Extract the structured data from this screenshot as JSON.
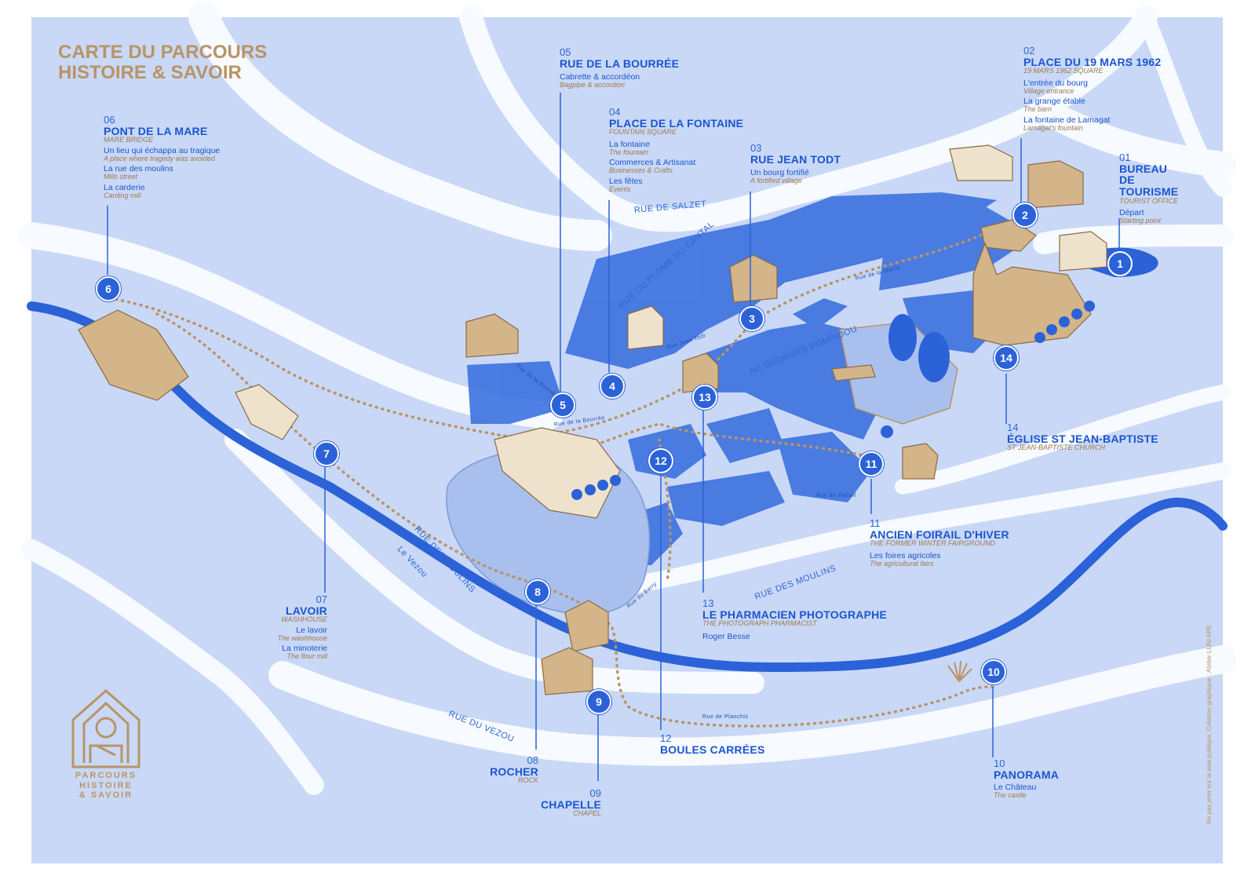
{
  "map_title": [
    "CARTE DU PARCOURS",
    "HISTOIRE & SAVOIR"
  ],
  "logo_text": [
    "PARCOURS",
    "HISTOIRE",
    "& SAVOIR"
  ],
  "credit": "Ne pas jeter sur la voie publique. Création graphique : Atelier LUNI APE",
  "colors": {
    "sheet": "#c9d8f6",
    "block": "#3f74e0",
    "route": "#b89466",
    "river": "#2b62d8",
    "road": "#ffffff",
    "building": "#d4b489"
  },
  "stops": [
    {
      "num": "01",
      "marker": "1",
      "title": "BUREAU DE TOURISME",
      "subtitle": "TOURIST OFFICE",
      "items": [
        {
          "fr": "Départ",
          "en": "Starting point"
        }
      ]
    },
    {
      "num": "02",
      "marker": "2",
      "title": "PLACE DU 19 MARS 1962",
      "subtitle": "19 MARS 1962 SQUARE",
      "items": [
        {
          "fr": "L'entrée du bourg",
          "en": "Village entrance"
        },
        {
          "fr": "La grange étable",
          "en": "The barn"
        },
        {
          "fr": "La fontaine de Lamagat",
          "en": "Lamagat's fountain"
        }
      ]
    },
    {
      "num": "03",
      "marker": "3",
      "title": "RUE JEAN TODT",
      "subtitle": "",
      "items": [
        {
          "fr": "Un bourg fortifié",
          "en": "A fortified village"
        }
      ]
    },
    {
      "num": "04",
      "marker": "4",
      "title": "PLACE DE LA FONTAINE",
      "subtitle": "FOUNTAIN SQUARE",
      "items": [
        {
          "fr": "La fontaine",
          "en": "The fountain"
        },
        {
          "fr": "Commerces & Artisanat",
          "en": "Businesses & Crafts"
        },
        {
          "fr": "Les fêtes",
          "en": "Events"
        }
      ]
    },
    {
      "num": "05",
      "marker": "5",
      "title": "RUE DE LA BOURRÉE",
      "subtitle": "",
      "items": [
        {
          "fr": "Cabrette & accordéon",
          "en": "Bagpipe & accordion"
        }
      ]
    },
    {
      "num": "06",
      "marker": "6",
      "title": "PONT DE LA MARE",
      "subtitle": "MARE BRIDGE",
      "items": [
        {
          "fr": "Un lieu qui échappa au tragique",
          "en": "A place where tragedy was avoided"
        },
        {
          "fr": "La rue des moulins",
          "en": "Mills street"
        },
        {
          "fr": "La carderie",
          "en": "Carding mill"
        }
      ]
    },
    {
      "num": "07",
      "marker": "7",
      "title": "LAVOIR",
      "subtitle": "WASHHOUSE",
      "items": [
        {
          "fr": "Le lavoir",
          "en": "The washhouse"
        },
        {
          "fr": "La minoterie",
          "en": "The flour mill"
        }
      ]
    },
    {
      "num": "08",
      "marker": "8",
      "title": "ROCHER",
      "subtitle": "ROCK",
      "items": []
    },
    {
      "num": "09",
      "marker": "9",
      "title": "CHAPELLE",
      "subtitle": "CHAPEL",
      "items": []
    },
    {
      "num": "10",
      "marker": "10",
      "title": "PANORAMA",
      "subtitle": "",
      "items": [
        {
          "fr": "Le Château",
          "en": "The castle"
        }
      ]
    },
    {
      "num": "11",
      "marker": "11",
      "title": "ANCIEN FOIRAIL D'HIVER",
      "subtitle": "THE FORMER WINTER FAIRGROUND",
      "items": [
        {
          "fr": "Les foires agricoles",
          "en": "The agricultural fairs"
        }
      ]
    },
    {
      "num": "12",
      "marker": "12",
      "title": "BOULES CARRÉES",
      "subtitle": "",
      "items": []
    },
    {
      "num": "13",
      "marker": "13",
      "title": "LE PHARMACIEN PHOTOGRAPHE",
      "subtitle": "THE PHOTOGRAPH PHARMACIST",
      "items": [
        {
          "fr": "Roger Besse",
          "en": ""
        }
      ]
    },
    {
      "num": "14",
      "marker": "14",
      "title": "ÉGLISE ST JEAN-BAPTISTE",
      "subtitle": "ST JEAN-BAPTISTE CHURCH",
      "items": []
    }
  ],
  "streets": {
    "salzet": "RUE DE SALZET",
    "plomb": "RUE DU PLOMB DU CANTAL",
    "pompidou": "AV. GEORGES POMPIDOU",
    "moulins_1": "RUE DES MOULINS",
    "moulins_2": "RUE DES MOULINS",
    "vezou_rue": "RUE DU VEZOU",
    "vezou_river": "Le Vezou",
    "mairie": "Rue de la Mairie",
    "jean_todt": "Rue Jean Todt",
    "bourree": "Rue de la Bourrée",
    "bourree_2": "Rue de la Bourrée",
    "foirail": "Rue du Foirail",
    "barry": "Rue du Barry",
    "planchis": "Rue de Planchis"
  }
}
